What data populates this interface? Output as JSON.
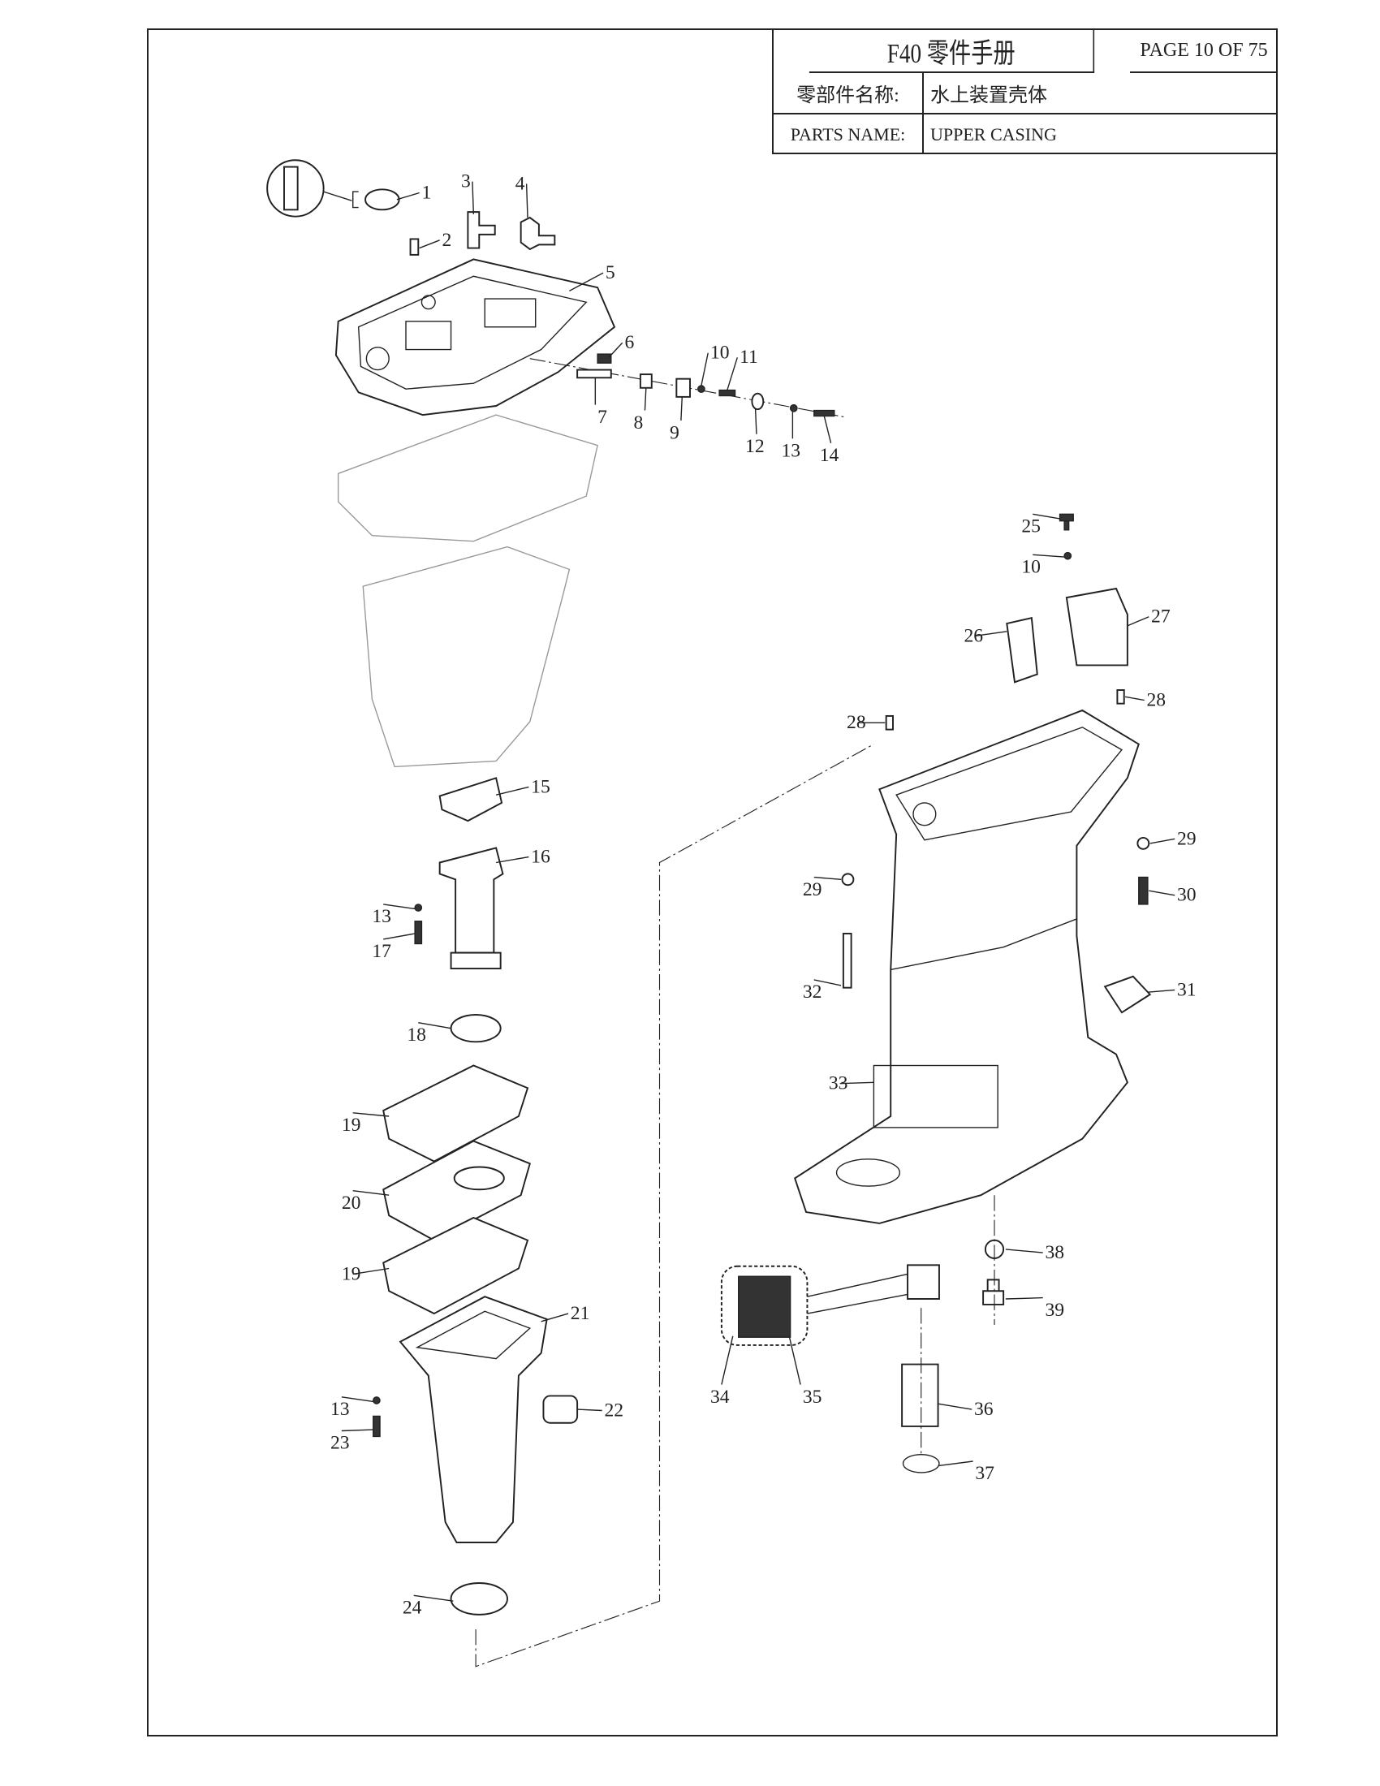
{
  "header": {
    "title": "F40 零件手册",
    "page": "PAGE 10 OF 75",
    "cn_name_label": "零部件名称:",
    "cn_name_value": "水上装置壳体",
    "en_name_label": "PARTS NAME:",
    "en_name_value": "UPPER CASING"
  },
  "callouts": [
    "1",
    "2",
    "3",
    "4",
    "5",
    "6",
    "7",
    "8",
    "9",
    "10",
    "11",
    "12",
    "13",
    "14",
    "25",
    "10",
    "27",
    "26",
    "28",
    "28",
    "15",
    "16",
    "29",
    "29",
    "30",
    "13",
    "17",
    "32",
    "31",
    "18",
    "33",
    "19",
    "20",
    "38",
    "19",
    "39",
    "21",
    "22",
    "34",
    "35",
    "36",
    "13",
    "23",
    "37",
    "24"
  ]
}
